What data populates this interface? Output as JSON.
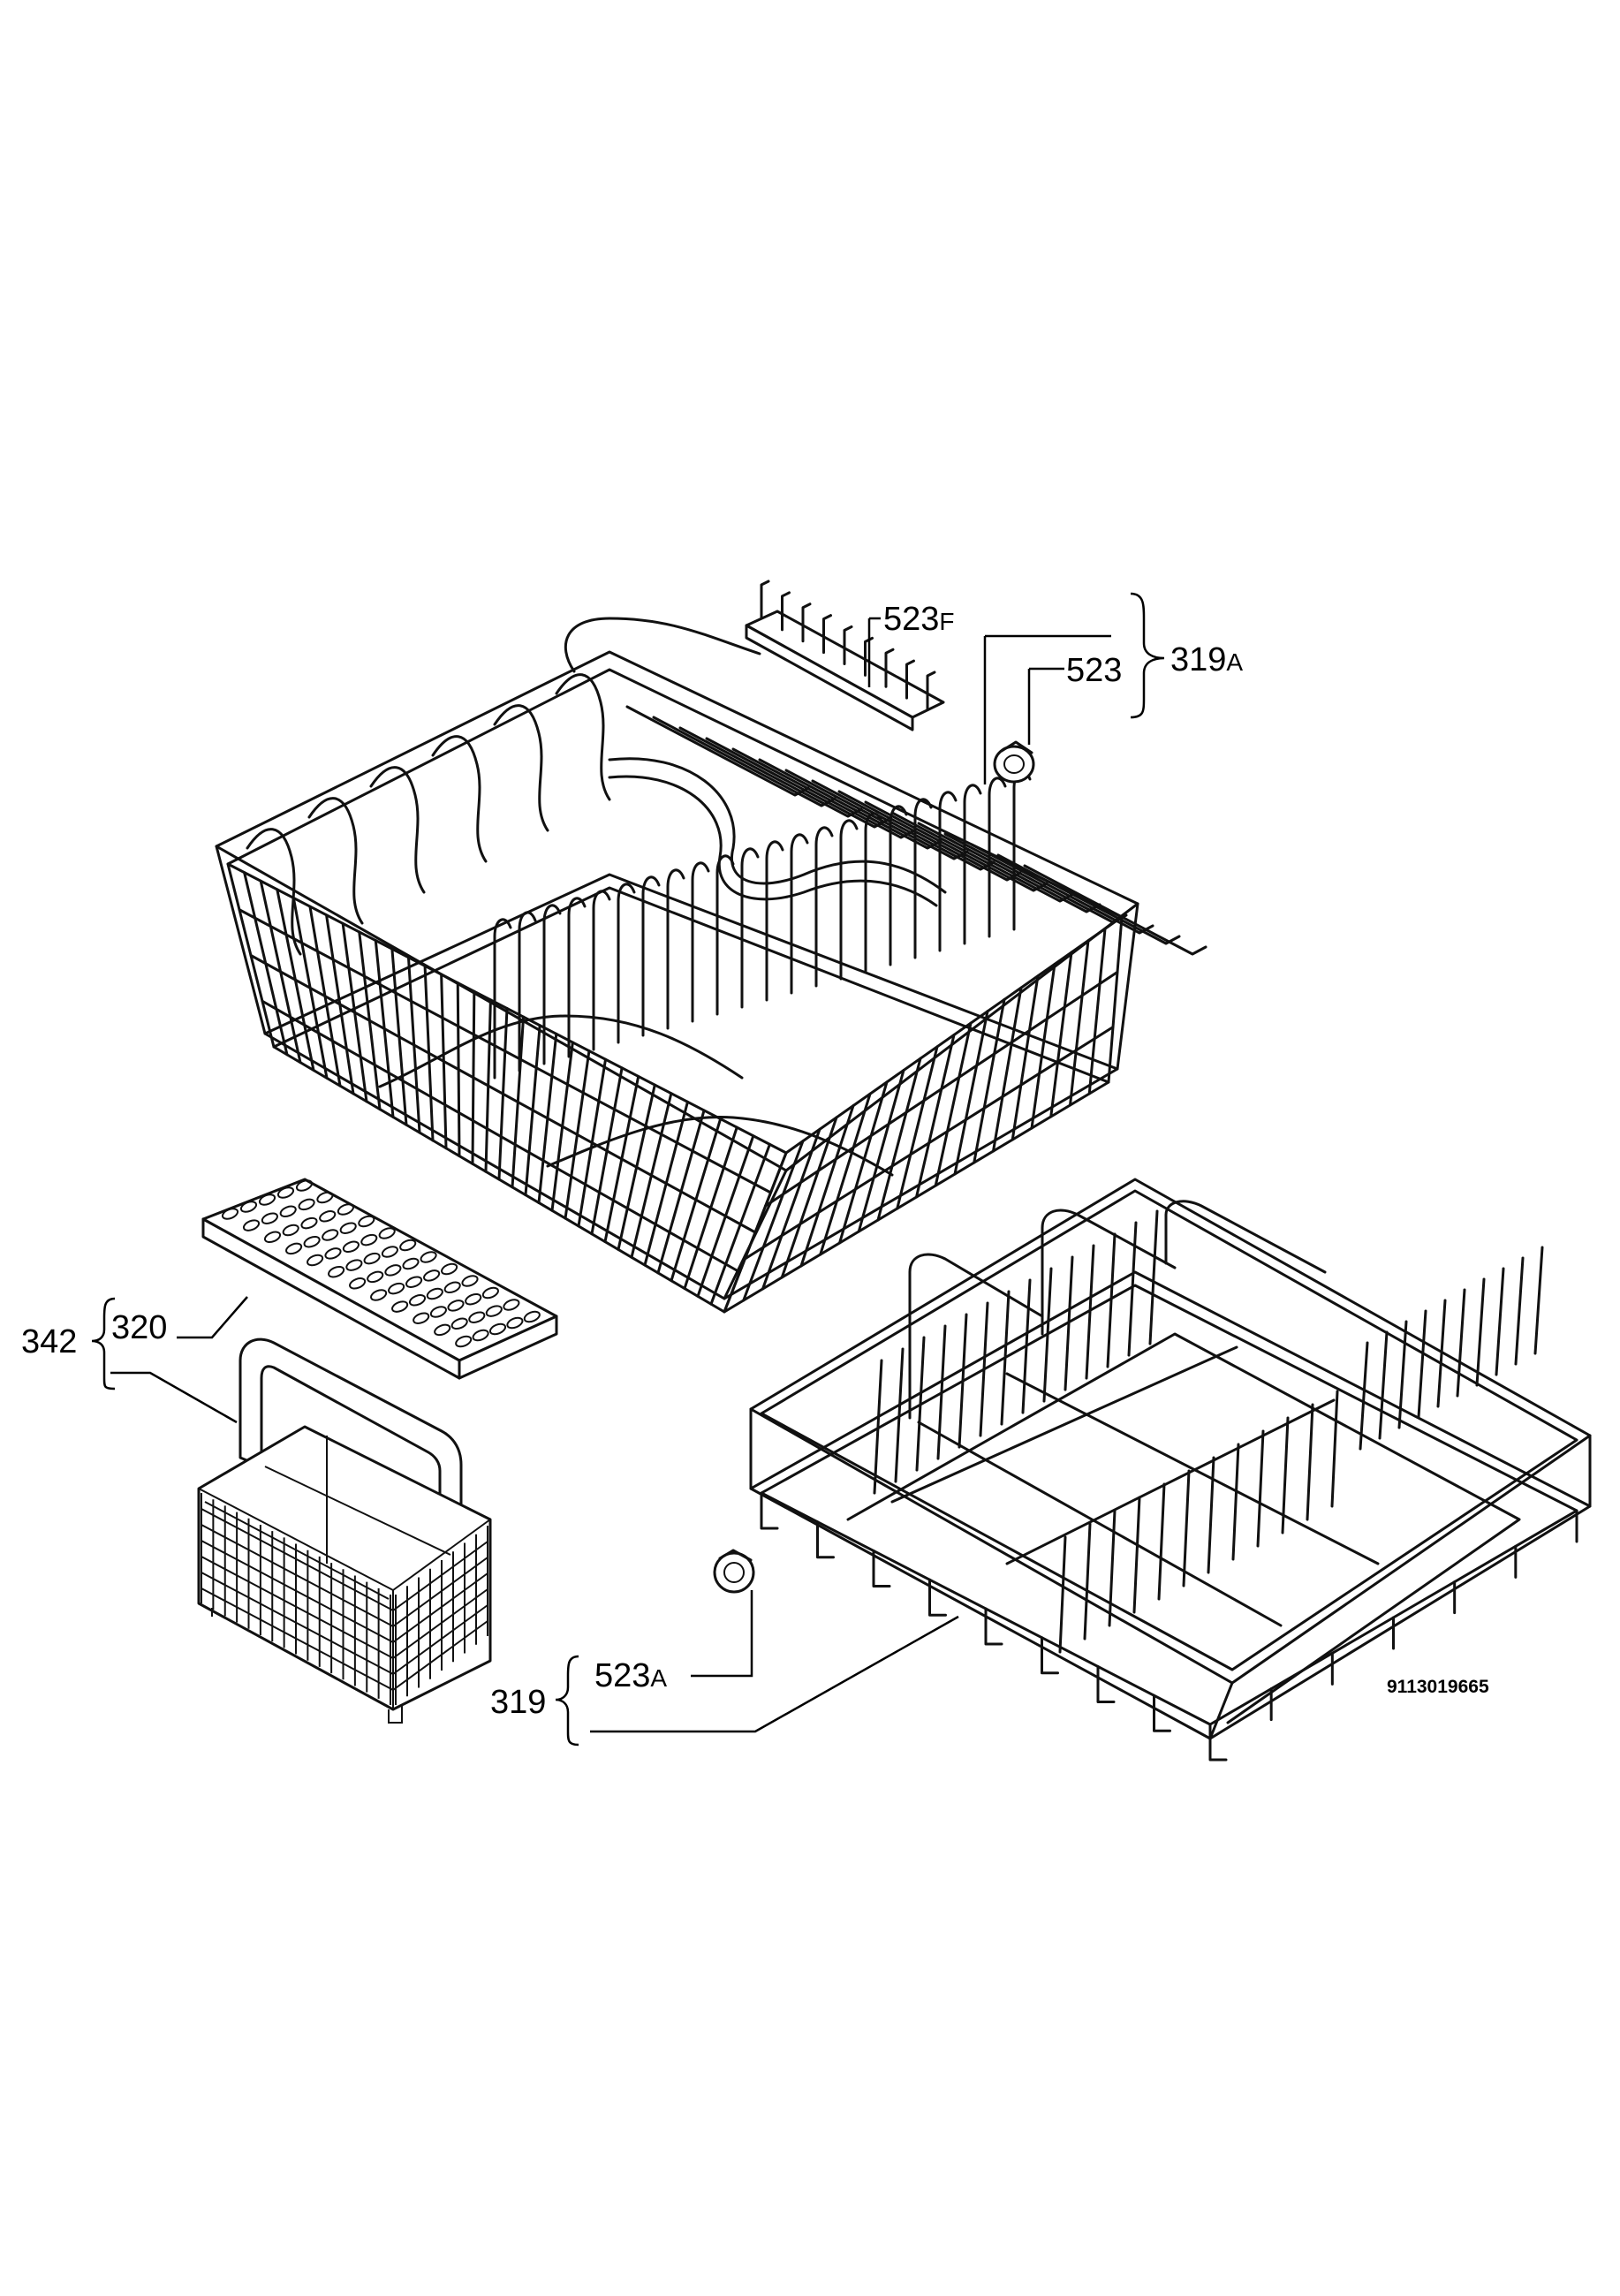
{
  "title": "",
  "callouts": [
    {
      "id": "523F",
      "num": "523",
      "suffix": "F"
    },
    {
      "id": "523",
      "num": "523",
      "suffix": ""
    },
    {
      "id": "319A",
      "num": "319",
      "suffix": "A"
    },
    {
      "id": "342",
      "num": "342",
      "suffix": ""
    },
    {
      "id": "320",
      "num": "320",
      "suffix": ""
    },
    {
      "id": "523A",
      "num": "523",
      "suffix": "A"
    },
    {
      "id": "319",
      "num": "319",
      "suffix": ""
    }
  ],
  "drawing_number": "9113019665",
  "colors": {
    "line": "#111111",
    "background": "#ffffff"
  }
}
